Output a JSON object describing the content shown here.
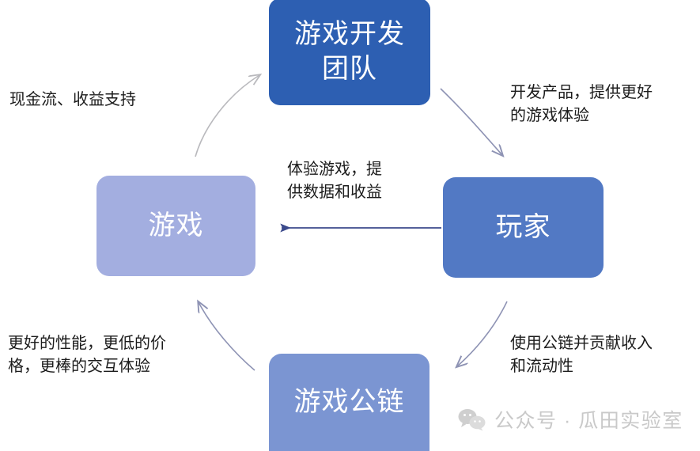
{
  "diagram": {
    "type": "cycle-flow",
    "nodes": [
      {
        "id": "dev",
        "label": "游戏开发\n团队",
        "color": "#2d5fb2"
      },
      {
        "id": "player",
        "label": "玩家",
        "color": "#5279c4"
      },
      {
        "id": "game",
        "label": "游戏",
        "color": "#a3aee0"
      },
      {
        "id": "chain",
        "label": "游戏公链",
        "color": "#7b95d2"
      }
    ],
    "edges": [
      {
        "id": "cash",
        "from": "game",
        "to": "dev",
        "label": "现金流、收益支持",
        "arrow_color": "#b9b9bd"
      },
      {
        "id": "product",
        "from": "dev",
        "to": "player",
        "label": "开发产品，提供更好\n的游戏体验",
        "arrow_color": "#8e93b4"
      },
      {
        "id": "experience",
        "from": "player",
        "to": "game",
        "label": "体验游戏，提\n供数据和收益",
        "arrow_color": "#3b4a8c"
      },
      {
        "id": "chainuse",
        "from": "player",
        "to": "chain",
        "label": "使用公链并贡献收入\n和流动性",
        "arrow_color": "#8e93b4"
      },
      {
        "id": "performance",
        "from": "chain",
        "to": "game",
        "label": "更好的性能，更低的价\n格，更棒的交互体验",
        "arrow_color": "#8e93b4"
      }
    ]
  },
  "watermark": {
    "icon": "wechat-icon",
    "text": "公众号 · 瓜田实验室",
    "color": "#c9c9c9"
  }
}
